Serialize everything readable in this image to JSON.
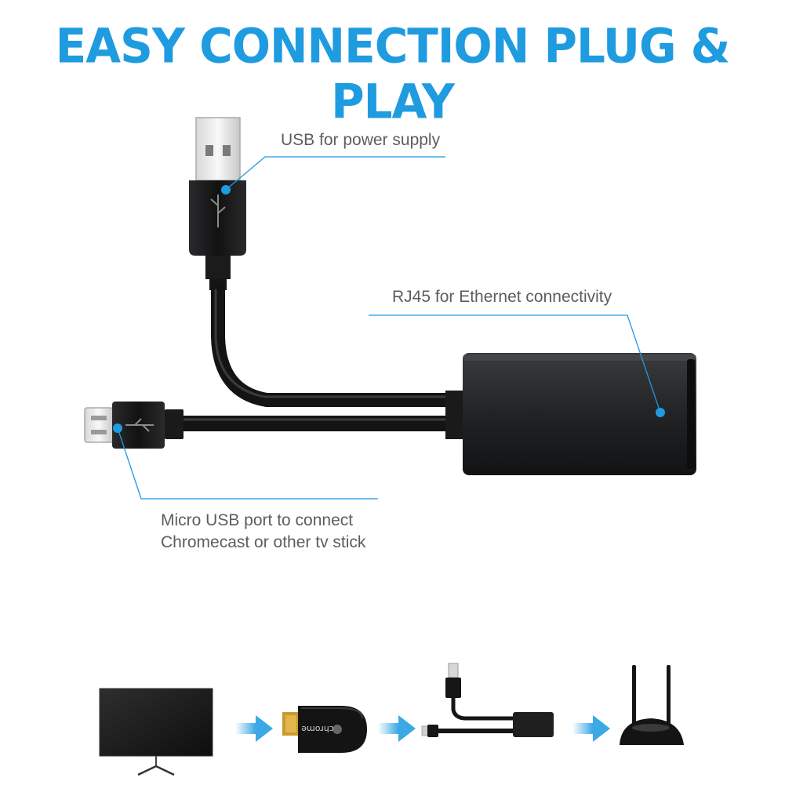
{
  "headline": "EASY CONNECTION PLUG & PLAY",
  "callouts": {
    "usb_power": "USB for power supply",
    "rj45": "RJ45 for Ethernet connectivity",
    "micro_usb_line1": "Micro USB port to connect",
    "micro_usb_line2": "Chromecast or other tv stick"
  },
  "dongle_brand": "chrome",
  "colors": {
    "accent": "#1f9be0",
    "arrow": "#3da8e6",
    "device": "#1c1c1e",
    "label_text": "#5d5d5d"
  },
  "icons": [
    "usb-a-plug-icon",
    "micro-usb-plug-icon",
    "ethernet-adapter-icon",
    "tv-icon",
    "chromecast-dongle-icon",
    "router-icon",
    "arrow-right-icon"
  ]
}
